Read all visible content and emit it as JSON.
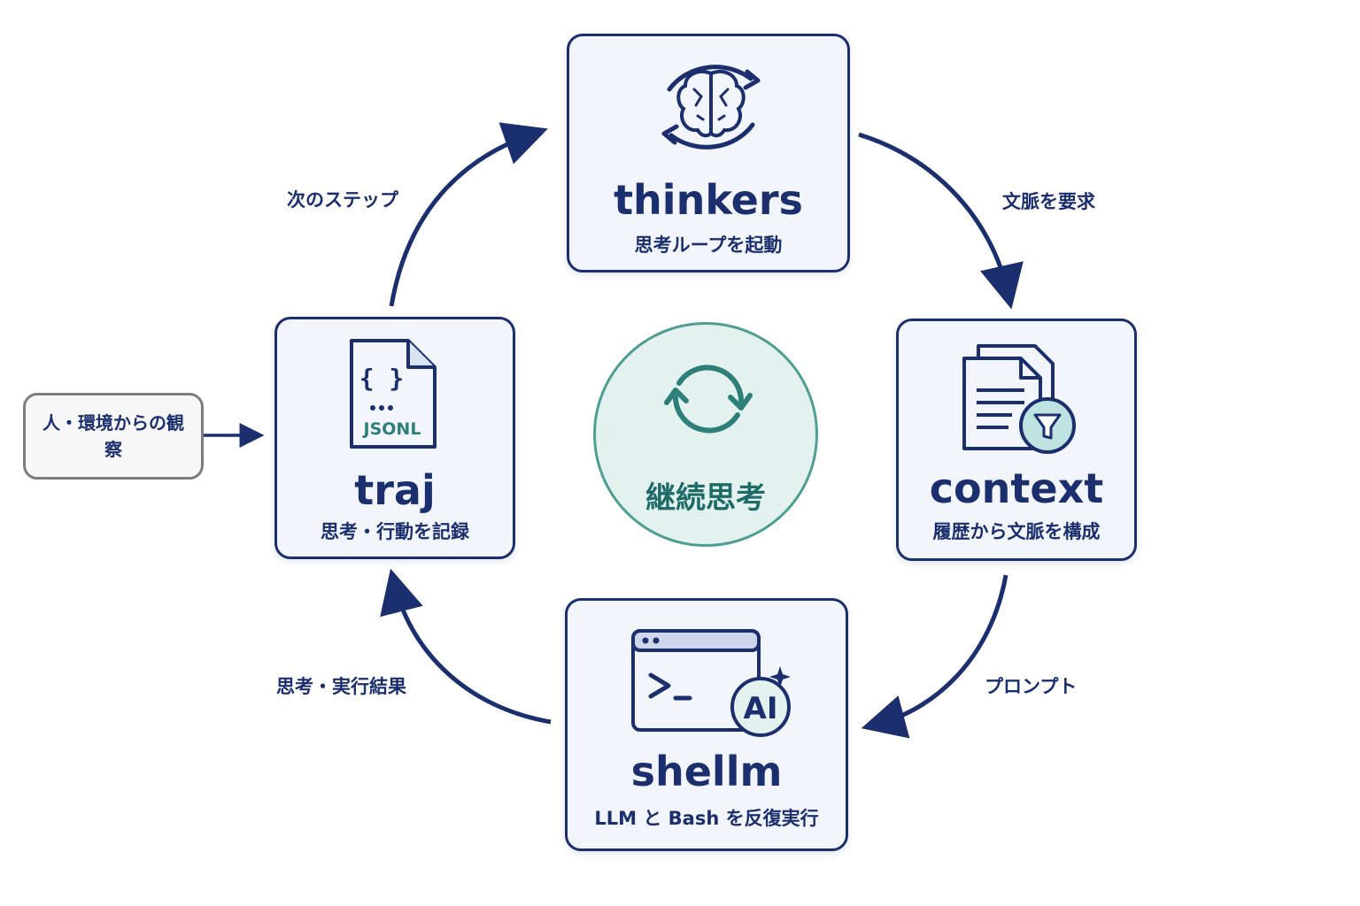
{
  "nodes": {
    "thinkers": {
      "title": "thinkers",
      "subtitle": "思考ループを起動"
    },
    "context": {
      "title": "context",
      "subtitle": "履歴から文脈を構成"
    },
    "shellm": {
      "title": "shellm",
      "subtitle": "LLM と Bash を反復実行"
    },
    "traj": {
      "title": "traj",
      "subtitle": "思考・行動を記録",
      "badge": "JSONL",
      "braces": "{ }"
    }
  },
  "observation": {
    "label": "人・環境からの観察"
  },
  "center": {
    "label": "継続思考"
  },
  "edges": {
    "traj_to_thinkers": "次のステップ",
    "thinkers_to_context": "文脈を要求",
    "context_to_shellm": "プロンプト",
    "shellm_to_traj": "思考・実行結果"
  },
  "icons": {
    "thinkers": "brain-cycle-icon",
    "context": "documents-filter-icon",
    "shellm": "terminal-ai-icon",
    "traj": "json-file-icon",
    "center": "refresh-cycle-icon"
  },
  "shellm_badge": "AI",
  "colors": {
    "navy": "#1b2f6e",
    "teal": "#2e7f7a",
    "teal_fill": "#e4f2ef",
    "node_fill": "#f2f5fb",
    "gray": "#7d7d7d"
  }
}
